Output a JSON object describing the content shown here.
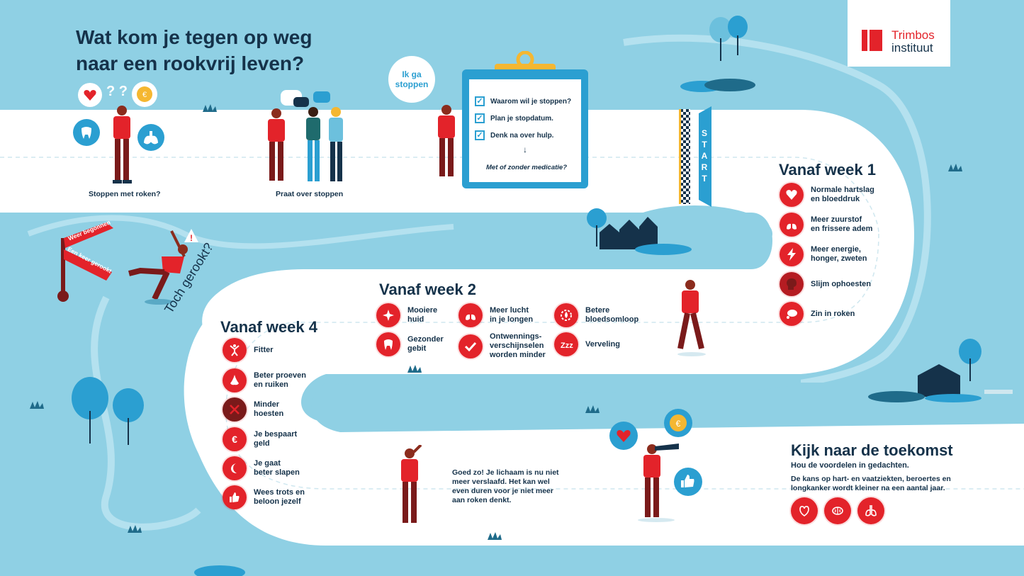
{
  "title": "Wat kom je tegen op weg naar een rookvrij leven?",
  "logo": {
    "line1": "Trimbos",
    "line2": "instituut"
  },
  "scene1": {
    "caption": "Stoppen met roken?"
  },
  "scene2": {
    "caption": "Praat over stoppen"
  },
  "scene3": {
    "speech": "Ik ga stoppen",
    "checklist": [
      "Waarom wil je stoppen?",
      "Plan je stopdatum.",
      "Denk na over hulp."
    ],
    "note": "Met of zonder medicatie?"
  },
  "start_label": "START",
  "signpost": {
    "top": "Weer begonnen",
    "bottom": "Een keer gerookt"
  },
  "relapse_text": "Toch gerookt?",
  "week1": {
    "title": "Vanaf week 1",
    "items": [
      {
        "label": "Normale hartslag\nen bloeddruk",
        "icon": "heart-icon"
      },
      {
        "label": "Meer zuurstof\nen frissere adem",
        "icon": "lungs-icon"
      },
      {
        "label": "Meer energie,\nhonger, zweten",
        "icon": "lightning-icon"
      },
      {
        "label": "Slijm ophoesten",
        "icon": "head-cough-icon"
      },
      {
        "label": "Zin in roken",
        "icon": "thought-bubble-icon"
      }
    ]
  },
  "week2": {
    "title": "Vanaf week 2",
    "items": [
      {
        "label": "Mooiere\nhuid",
        "icon": "sparkle-icon"
      },
      {
        "label": "Meer lucht\nin je longen",
        "icon": "lungs-icon"
      },
      {
        "label": "Betere\nbloedsomloop",
        "icon": "blood-drop-icon"
      },
      {
        "label": "Gezonder\ngebit",
        "icon": "tooth-icon"
      },
      {
        "label": "Ontwennings-\nverschijnselen\nworden minder",
        "icon": "checkmark-icon"
      },
      {
        "label": "Verveling",
        "icon": "sleep-zzz-icon"
      }
    ]
  },
  "week4": {
    "title": "Vanaf week 4",
    "items": [
      {
        "label": "Fitter",
        "icon": "person-jump-icon"
      },
      {
        "label": "Beter proeven\nen ruiken",
        "icon": "nose-icon"
      },
      {
        "label": "Minder\nhoesten",
        "icon": "no-cough-icon"
      },
      {
        "label": "Je bespaart\ngeld",
        "icon": "euro-icon"
      },
      {
        "label": "Je gaat\nbeter slapen",
        "icon": "moon-icon"
      },
      {
        "label": "Wees trots en\nbeloon jezelf",
        "icon": "thumbs-up-icon"
      }
    ]
  },
  "encourage": "Goed zo! Je lichaam is nu niet\nmeer verslaafd. Het kan wel\neven duren voor je niet meer\naan roken denkt.",
  "future": {
    "title": "Kijk naar de toekomst",
    "subtitle": "Hou de voordelen in gedachten.",
    "body": "De kans op hart- en vaatziekten, beroertes en\nlongkanker wordt kleiner na een aantal jaar.",
    "icons": [
      "heart-organ-icon",
      "brain-icon",
      "lungs-icon"
    ]
  },
  "colors": {
    "sky": "#8fd0e4",
    "path": "#ffffff",
    "accent": "#e3232a",
    "ink": "#15324a",
    "blue": "#2b9fd1"
  }
}
